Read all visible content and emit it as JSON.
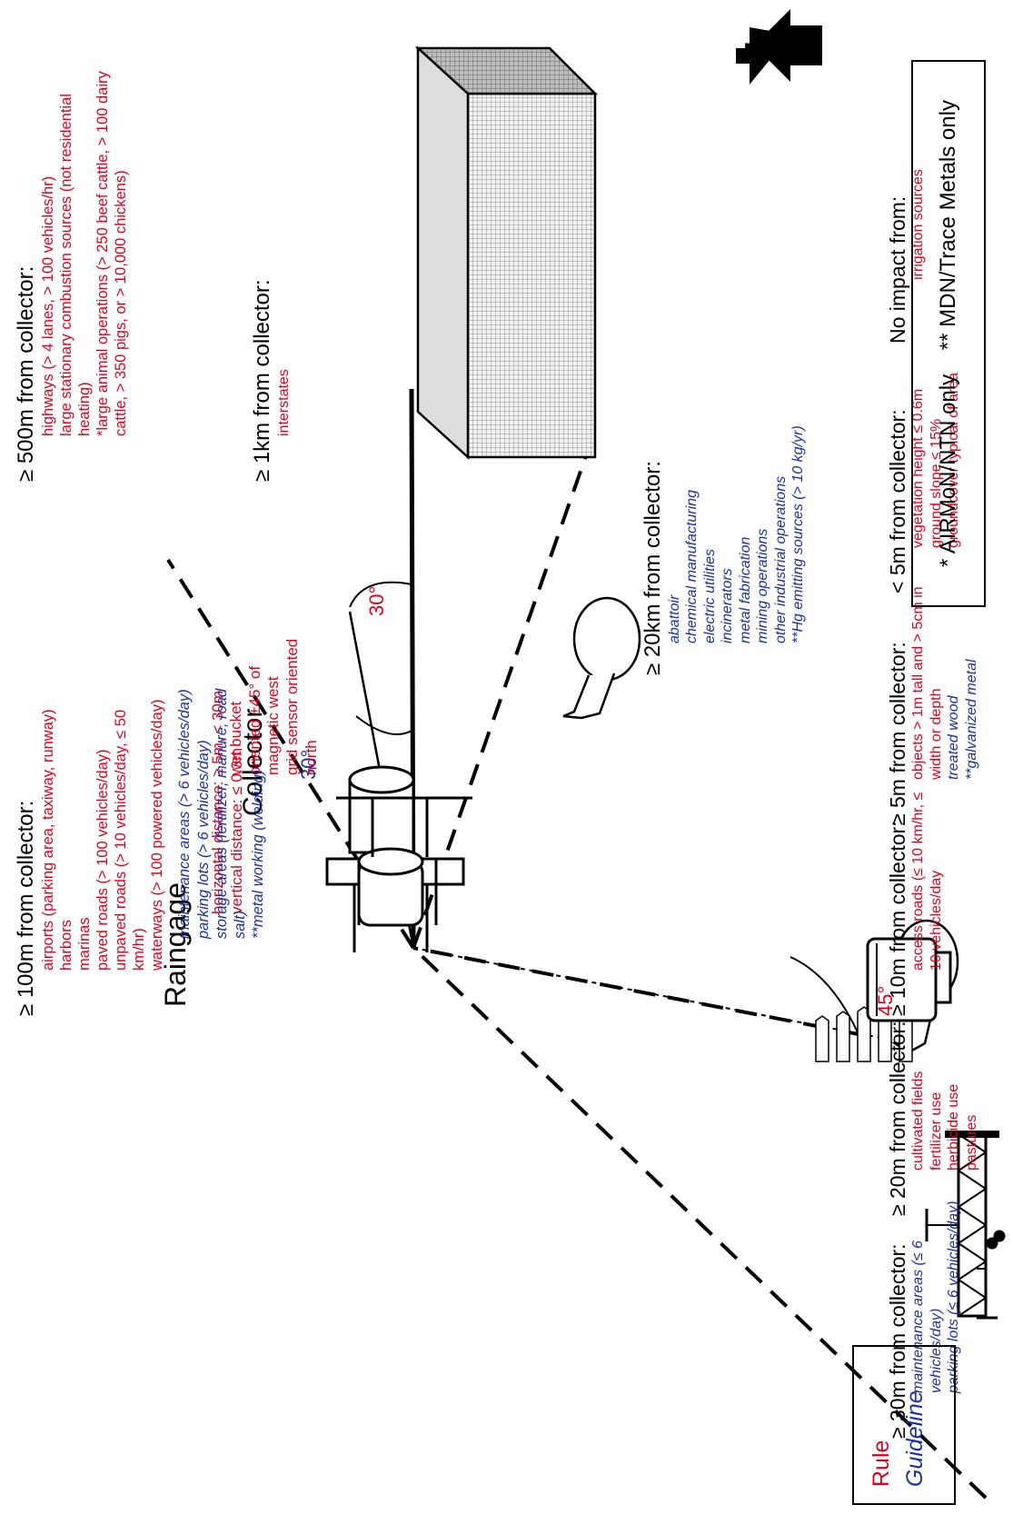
{
  "legend": {
    "rule": "Rule",
    "guideline": "Guideline"
  },
  "note": "* AIRMoN/NTN only    ** MDN/Trace Metals only",
  "north": "N",
  "labels": {
    "collector": "Collector",
    "raingage": "Raingage"
  },
  "angles": {
    "a45": "45°",
    "a30_blue": "30°",
    "a30_red": "30°"
  },
  "collector_rules": {
    "horizontal": "horizontal distance: ≥ 5m, < 30m",
    "vertical": "vertical distance: ≤ 0.3m",
    "orientation": [
      "wet bucket",
      "oriented ±45° of",
      "magnetic west",
      "grid sensor oriented",
      "north"
    ]
  },
  "sections": {
    "s30m": {
      "heading": "≥ 30m from collector:",
      "guidelines": [
        "maintenance areas (≤ 6 vehicles/day)",
        "parking lots (≤ 6 vehicles/day)"
      ]
    },
    "s20m": {
      "heading": "≥ 20m from collector:",
      "rules": [
        "cultivated fields",
        "fertilizer use",
        "herbicide use",
        "pastures"
      ]
    },
    "s10m": {
      "heading": "≥ 10m from collector:",
      "rules": [
        "access roads (≤ 10 km/hr, ≤ 10 vehicles/day"
      ]
    },
    "s5m": {
      "heading": "≥ 5m from collector:",
      "rules": [
        "objects > 1m tall and > 5cm in width or depth"
      ],
      "guidelines": [
        "treated wood",
        "**galvanized metal"
      ]
    },
    "lt5m": {
      "heading": "< 5m from collector:",
      "rules": [
        "vegetation height ≤ 0.6m",
        "ground slope ≤ 15%",
        "groundcover typical of area"
      ]
    },
    "noimpact": {
      "heading": "No impact from:",
      "rules": [
        "irrigation sources"
      ]
    },
    "s100m": {
      "heading": "≥ 100m from collector:",
      "rules": [
        "airports (parking area, taxiway, runway)",
        "harbors",
        "marinas",
        "paved roads (> 100 vehicles/day)",
        "unpaved roads (> 10 vehicles/day, ≤ 50 km/hr)",
        "waterways (> 100 powered vehicles/day)"
      ],
      "guidelines": [
        "maintenance areas (> 6 vehicles/day)",
        "parking lots (> 6 vehicles/day)",
        "storage areas (fertilizer, manure, road salt)",
        "**metal working (welding)"
      ]
    },
    "s500m": {
      "heading": "≥ 500m from collector:",
      "rules": [
        "highways (> 4 lanes, > 100 vehicles/hr)",
        "large stationary combustion sources (not residential heating)",
        "*large animal operations (> 250 beef cattle, > 100 dairy cattle, > 350 pigs, or > 10,000 chickens)"
      ]
    },
    "s1km": {
      "heading": "≥ 1km from collector:",
      "rules": [
        "interstates"
      ]
    },
    "s20km": {
      "heading": "≥ 20km from collector:",
      "guidelines": [
        "abattoir",
        "chemical manufacturing",
        "electric utilities",
        "incinerators",
        "metal fabrication",
        "mining operations",
        "other industrial operations",
        "**Hg emitting sources (> 10 kg/yr)"
      ]
    }
  }
}
